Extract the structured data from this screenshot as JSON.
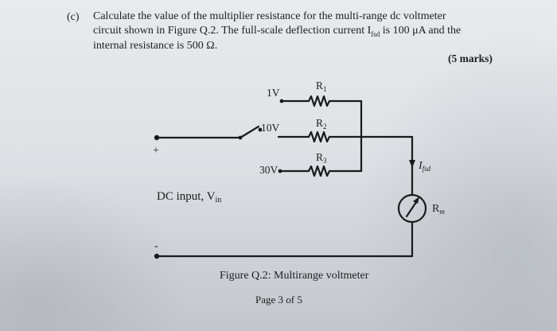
{
  "question": {
    "label": "(c)",
    "line1": "Calculate the value of the multiplier resistance for the multi-range dc voltmeter",
    "line2": "circuit shown in Figure Q.2. The full-scale deflection current I",
    "line2_sub": "fsd",
    "line2_tail": " is 100 μA and the",
    "line3": "internal resistance is 500 Ω.",
    "marks": "(5 marks)"
  },
  "circuit": {
    "r1": "R",
    "r1_sub": "1",
    "r2": "R",
    "r2_sub": "2",
    "r3": "R",
    "r3_sub": "3",
    "v1": "1V",
    "v10": "10V",
    "v30": "30V",
    "plus": "+",
    "minus": "-",
    "input_label": "DC input, V",
    "input_sub": "in",
    "ifsd": "I",
    "ifsd_sub": "fsd",
    "rm": "R",
    "rm_sub": "m"
  },
  "figure": {
    "caption": "Figure Q.2: Multirange voltmeter",
    "page": "Page 3 of 5"
  }
}
